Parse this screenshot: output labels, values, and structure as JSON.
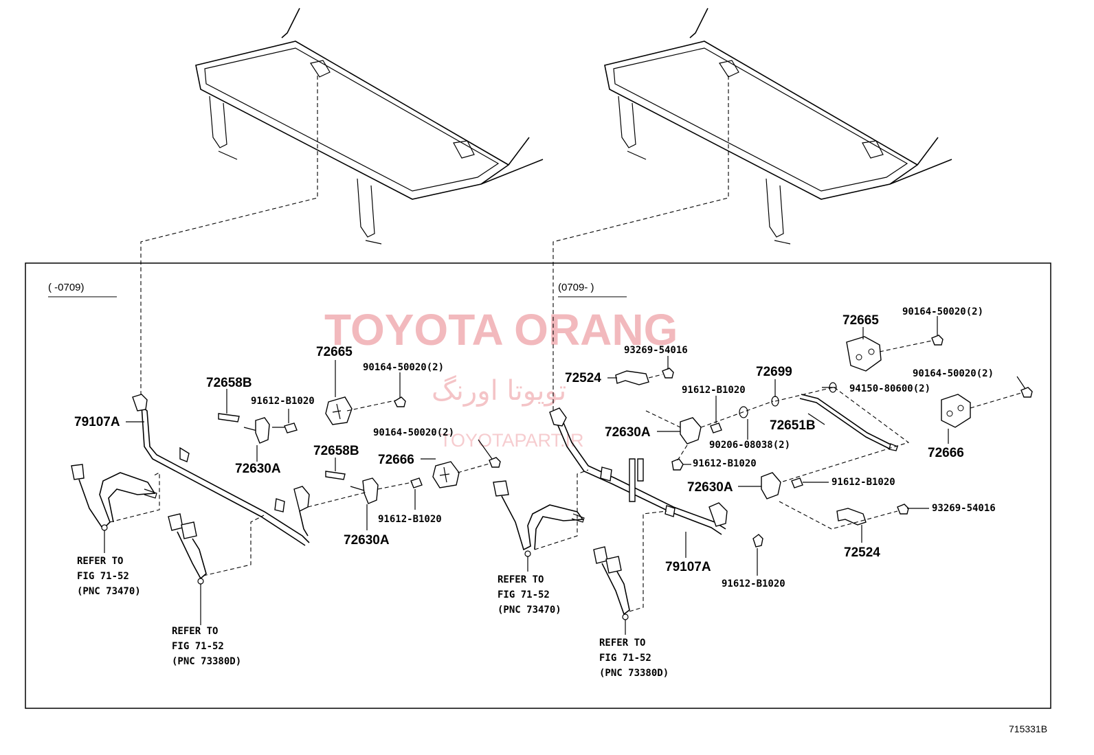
{
  "watermark": {
    "brand": "TOYOTA ORANG",
    "brand_fa": "تویوتا اورنگ",
    "url": "TOYOTAPART.IR"
  },
  "figure_code": "715331B",
  "left_panel": {
    "period": "(      -0709)",
    "labels": {
      "p79107A": "79107A",
      "p72658B_1": "72658B",
      "p91612_1": "91612-B1020",
      "p72665": "72665",
      "p90164_1": "90164-50020(2)",
      "p72630A_1": "72630A",
      "p90164_2": "90164-50020(2)",
      "p72658B_2": "72658B",
      "p72666": "72666",
      "p91612_2": "91612-B1020",
      "p72630A_2": "72630A"
    },
    "refer1": [
      "REFER TO",
      "FIG 71-52",
      "(PNC 73470)"
    ],
    "refer2": [
      "REFER TO",
      "FIG 71-52",
      "(PNC 73380D)"
    ]
  },
  "right_panel": {
    "period": "(0709-      )",
    "labels": {
      "p72665": "72665",
      "p90164_1": "90164-50020(2)",
      "p93269_1": "93269-54016",
      "p72524_1": "72524",
      "p72699": "72699",
      "p91612_1": "91612-B1020",
      "p94150": "94150-80600(2)",
      "p90164_2": "90164-50020(2)",
      "p72630A_1": "72630A",
      "p72651B": "72651B",
      "p90206": "90206-08038(2)",
      "p72666": "72666",
      "p91612_2": "91612-B1020",
      "p72630A_2": "72630A",
      "p91612_3": "91612-B1020",
      "p93269_2": "93269-54016",
      "p72524_2": "72524",
      "p79107A": "79107A",
      "p91612_4": "91612-B1020"
    },
    "refer1": [
      "REFER TO",
      "FIG 71-52",
      "(PNC 73470)"
    ],
    "refer2": [
      "REFER TO",
      "FIG 71-52",
      "(PNC 73380D)"
    ]
  }
}
